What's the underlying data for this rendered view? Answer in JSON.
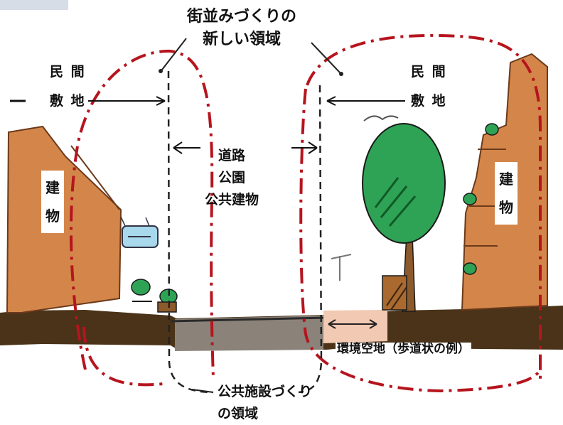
{
  "labels": {
    "new_area_line1": "街並みづくりの",
    "new_area_line2": "新しい領域",
    "private_land_left_1": "民 間",
    "private_land_left_2": "敷 地",
    "private_land_right_1": "民 間",
    "private_land_right_2": "敷 地",
    "building_left_1": "建",
    "building_left_2": "物",
    "building_right_1": "建",
    "building_right_2": "物",
    "public_road": "道路",
    "public_park": "公園",
    "public_building": "公共建物",
    "open_space": "環境空地（歩道状の例）",
    "public_facility_line1": "公共施設づくり",
    "public_facility_line2": "の領域"
  },
  "colors": {
    "building": "#d4864a",
    "ground": "#4a3318",
    "road": "#8b8279",
    "tree_foliage": "#2fa355",
    "outline_red": "#b5151e",
    "outline_black": "#222222"
  }
}
